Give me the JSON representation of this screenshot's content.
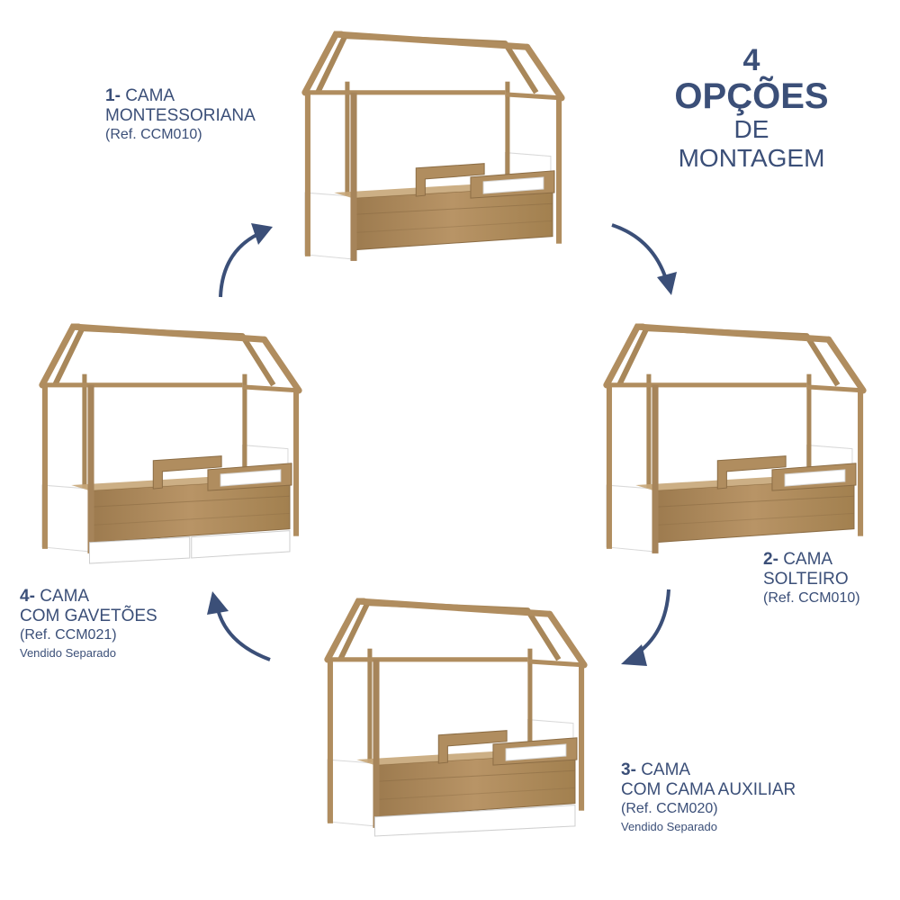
{
  "title": {
    "line1": "4",
    "line2": "OPÇÕES",
    "line3": "DE",
    "line4": "MONTAGEM"
  },
  "options": [
    {
      "number": "1-",
      "line1": "CAMA",
      "line2": "MONTESSORIANA",
      "ref": "(Ref. CCM010)"
    },
    {
      "number": "2-",
      "line1": "CAMA",
      "line2": "SOLTEIRO",
      "ref": "(Ref. CCM010)"
    },
    {
      "number": "3-",
      "line1": "CAMA",
      "line2": "COM CAMA AUXILIAR",
      "ref": "(Ref. CCM020)",
      "note": "Vendido Separado"
    },
    {
      "number": "4-",
      "line1": "CAMA",
      "line2": "COM GAVETÕES",
      "ref": "(Ref. CCM021)",
      "note": "Vendido Separado"
    }
  ],
  "colors": {
    "text": "#3b4f78",
    "wood": "#b08d5f",
    "wood_dark": "#8c6d45",
    "white_panel": "#ffffff",
    "arrow": "#3b4f78"
  }
}
